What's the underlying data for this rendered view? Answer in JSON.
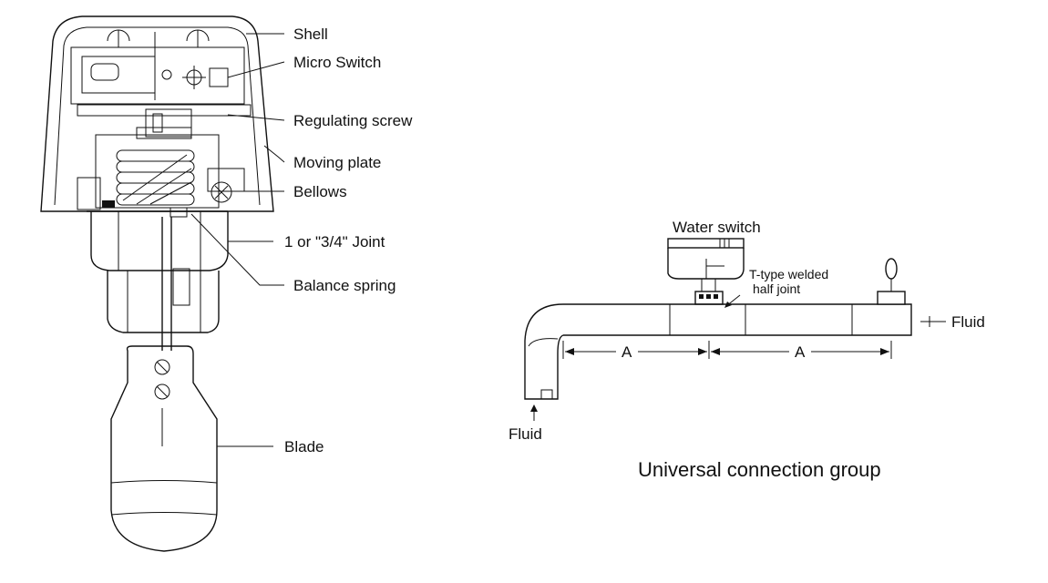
{
  "switch_labels": {
    "shell": "Shell",
    "micro_switch": "Micro Switch",
    "regulating_screw": "Regulating screw",
    "moving_plate": "Moving plate",
    "bellows": "Bellows",
    "joint": "1 or \"3/4\" Joint",
    "balance_spring": "Balance spring",
    "blade": "Blade"
  },
  "connection": {
    "water_switch": "Water switch",
    "t_type_line1": "T-type welded",
    "t_type_line2": "half joint",
    "fluid_out": "Fluid",
    "fluid_in": "Fluid",
    "dim_a1": "A",
    "dim_a2": "A",
    "caption": "Universal connection group"
  }
}
